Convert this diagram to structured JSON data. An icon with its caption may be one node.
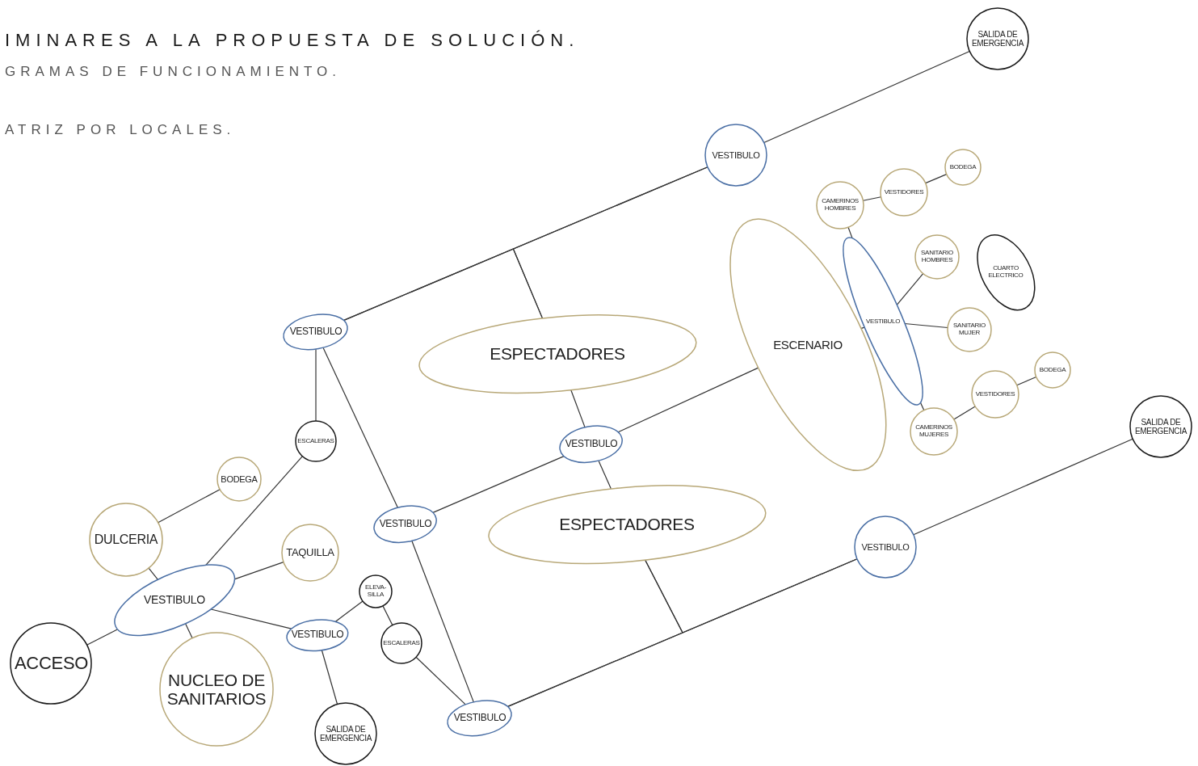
{
  "diagram": {
    "title": "IMINARES A LA PROPUESTA DE SOLUCIÓN.",
    "nodes": [
      {
        "text": [
          "ACCESO"
        ]
      },
      {
        "text": [
          "VESTIBULO"
        ]
      },
      {
        "text": [
          "DULCERIA"
        ]
      },
      {
        "text": [
          "BODEGA"
        ]
      },
      {
        "text": [
          "TAQUILLA"
        ]
      },
      {
        "text": [
          "NUCLEO DE SANITARIOS"
        ]
      },
      {
        "text": [
          "ESCALERAS"
        ]
      },
      {
        "text": [
          "VESTIBULO"
        ]
      },
      {
        "text": [
          "ELEVA-SILLA"
        ]
      },
      {
        "text": [
          "ESCALERAS"
        ]
      },
      {
        "text": [
          "SALIDA DE EMERGENCIA"
        ]
      },
      {
        "text": [
          "VESTIBULO"
        ]
      },
      {
        "text": [
          "VESTIBULO"
        ]
      },
      {
        "text": [
          "VESTIBULO"
        ]
      },
      {
        "text": [
          "VESTIBULO"
        ]
      },
      {
        "text": [
          "SALIDA DE EMERGENCIA"
        ]
      },
      {
        "text": [
          "ESPECTADORES"
        ]
      },
      {
        "text": [
          "VESTIBULO"
        ]
      },
      {
        "text": [
          "ESPECTADORES"
        ]
      },
      {
        "text": [
          "VESTIBULO"
        ]
      },
      {
        "text": [
          "SALIDA DE EMERGENCIA"
        ]
      },
      {
        "text": [
          "ESCENARIO"
        ]
      },
      {
        "text": [
          "VESTIBULO"
        ]
      },
      {
        "text": [
          "CAMERINOS HOMBRES"
        ]
      },
      {
        "text": [
          "VESTIDORES"
        ]
      },
      {
        "text": [
          "BODEGA"
        ]
      },
      {
        "text": [
          "SANITARIO HOMBRES"
        ]
      },
      {
        "text": [
          "CUARTO ELECTRICO"
        ]
      },
      {
        "text": [
          "SANITARIO MUJER"
        ]
      },
      {
        "text": [
          "CAMERINOS MUJERES"
        ]
      },
      {
        "text": [
          "VESTIDORES"
        ]
      },
      {
        "text": [
          "BODEGA"
        ]
      }
    ],
    "edges": [
      {
        "from": 0,
        "to": 1,
        "arrow": "none"
      },
      {
        "from": 1,
        "to": 2,
        "arrow": "none"
      },
      {
        "from": 2,
        "to": 3,
        "arrow": "none"
      },
      {
        "from": 1,
        "to": 4,
        "arrow": "none"
      },
      {
        "from": 1,
        "to": 5,
        "arrow": "none"
      },
      {
        "from": 1,
        "to": 6,
        "arrow": "none"
      },
      {
        "from": 6,
        "to": 11,
        "arrow": "none"
      },
      {
        "from": 1,
        "to": 7,
        "arrow": "none"
      },
      {
        "from": 7,
        "to": 8,
        "arrow": "none"
      },
      {
        "from": 8,
        "to": 9,
        "arrow": "none"
      },
      {
        "from": 9,
        "to": 13,
        "arrow": "none"
      },
      {
        "from": 7,
        "to": 10,
        "arrow": "none"
      },
      {
        "from": 11,
        "to": 12,
        "arrow": "none"
      },
      {
        "from": 12,
        "to": 13,
        "arrow": "none"
      },
      {
        "from": 11,
        "to": 14,
        "arrow": "none"
      },
      {
        "from": 11,
        "to": 16,
        "arrow": "none"
      },
      {
        "from": 14,
        "to": 16,
        "arrow": "none"
      },
      {
        "from": 14,
        "to": 15,
        "arrow": "none"
      },
      {
        "from": 12,
        "to": 17,
        "arrow": "none"
      },
      {
        "from": 17,
        "to": 16,
        "arrow": "none"
      },
      {
        "from": 17,
        "to": 18,
        "arrow": "none"
      },
      {
        "from": 17,
        "to": 21,
        "arrow": "none"
      },
      {
        "from": 21,
        "to": 22,
        "arrow": "none"
      },
      {
        "from": 22,
        "to": 23,
        "arrow": "none"
      },
      {
        "from": 23,
        "to": 24,
        "arrow": "none"
      },
      {
        "from": 24,
        "to": 25,
        "arrow": "none"
      },
      {
        "from": 22,
        "to": 26,
        "arrow": "none"
      },
      {
        "from": 22,
        "to": 28,
        "arrow": "none"
      },
      {
        "from": 22,
        "to": 29,
        "arrow": "none"
      },
      {
        "from": 29,
        "to": 30,
        "arrow": "none"
      },
      {
        "from": 30,
        "to": 31,
        "arrow": "none"
      },
      {
        "from": 13,
        "to": 19,
        "arrow": "none"
      },
      {
        "from": 13,
        "to": 18,
        "arrow": "none"
      },
      {
        "from": 19,
        "to": 18,
        "arrow": "none"
      },
      {
        "from": 19,
        "to": 20,
        "arrow": "none"
      }
    ],
    "labels": [
      "GRAMAS DE FUNCIONAMIENTO.",
      "ATRIZ POR LOCALES."
    ]
  }
}
